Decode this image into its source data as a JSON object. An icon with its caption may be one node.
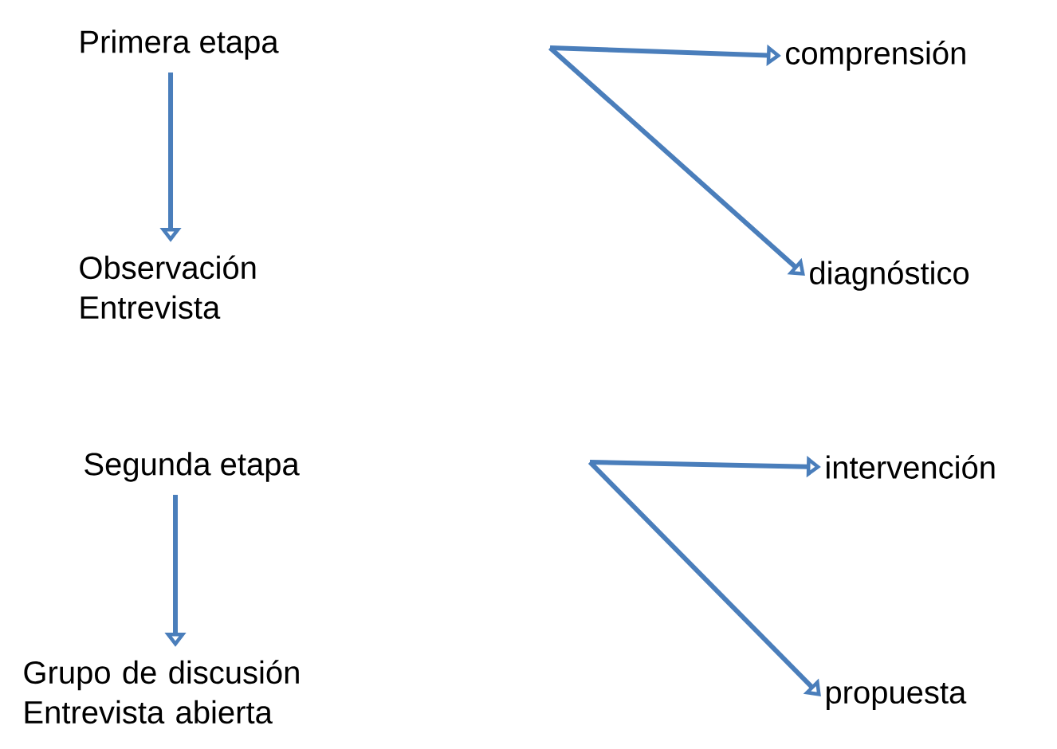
{
  "diagram": {
    "nodes": [
      {
        "text": [
          "Primera etapa"
        ]
      },
      {
        "text": [
          "Observación Entrevista"
        ]
      },
      {
        "text": [
          "comprensión"
        ]
      },
      {
        "text": [
          "diagnóstico"
        ]
      },
      {
        "text": [
          "Segunda etapa"
        ]
      },
      {
        "text": [
          "Grupo de discusión Entrevista abierta"
        ]
      },
      {
        "text": [
          "intervención"
        ]
      },
      {
        "text": [
          "propuesta"
        ]
      }
    ],
    "edges": [
      {
        "from": 0,
        "to": 1,
        "arrow": "to"
      },
      {
        "from": null,
        "to": 2,
        "arrow": "to"
      },
      {
        "from": null,
        "to": 3,
        "arrow": "to"
      },
      {
        "from": 4,
        "to": 5,
        "arrow": "to"
      },
      {
        "from": null,
        "to": 6,
        "arrow": "to"
      },
      {
        "from": null,
        "to": 7,
        "arrow": "to"
      }
    ]
  }
}
